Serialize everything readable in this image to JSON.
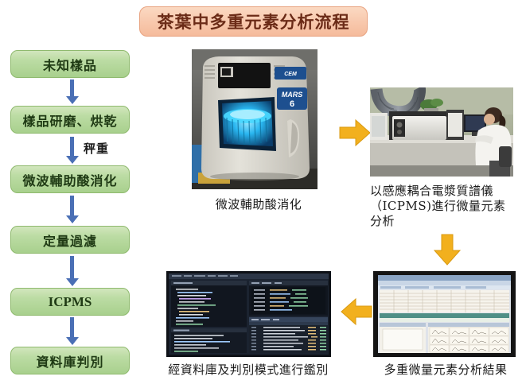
{
  "title": {
    "text": "茶葉中多重元素分析流程",
    "banner_color": "#f8c9ae",
    "text_color": "#6b2b17"
  },
  "flow": {
    "accent_box_color": "#a8d08d",
    "arrow_color": "#4a6fb5",
    "steps": [
      {
        "label": "未知樣品",
        "script": "han"
      },
      {
        "label": "樣品研磨、烘乾",
        "script": "han"
      },
      {
        "label": "微波輔助酸消化",
        "script": "han"
      },
      {
        "label": "定量過濾",
        "script": "han"
      },
      {
        "label": "ICPMS",
        "script": "latin"
      },
      {
        "label": "資料庫判別",
        "script": "han"
      }
    ],
    "annotations": [
      {
        "label": "秤重"
      }
    ]
  },
  "photos": [
    {
      "id": "microwave-digestion-photo",
      "caption": "微波輔助酸消化",
      "alt_name": "microwave-acid-digestion-instrument"
    },
    {
      "id": "icpms-photo",
      "caption": "以感應耦合電漿質譜儀（ICPMS)進行微量元素分析",
      "caption_lines": [
        "以感應耦合電漿質譜儀",
        "（ICPMS)進行微量元素",
        "分析"
      ],
      "alt_name": "icpms-instrument-operator"
    },
    {
      "id": "results-photo",
      "caption": "多重微量元素分析結果",
      "alt_name": "multi-element-analysis-results-screen"
    },
    {
      "id": "database-photo",
      "caption": "經資料庫及判別模式進行鑑別",
      "alt_name": "database-discriminant-analysis-screen"
    }
  ],
  "process_arrows": {
    "color": "#f2b01e",
    "items": [
      {
        "name": "arrow-to-icpms",
        "direction": "right"
      },
      {
        "name": "arrow-to-results",
        "direction": "down"
      },
      {
        "name": "arrow-to-database",
        "direction": "left"
      }
    ]
  }
}
